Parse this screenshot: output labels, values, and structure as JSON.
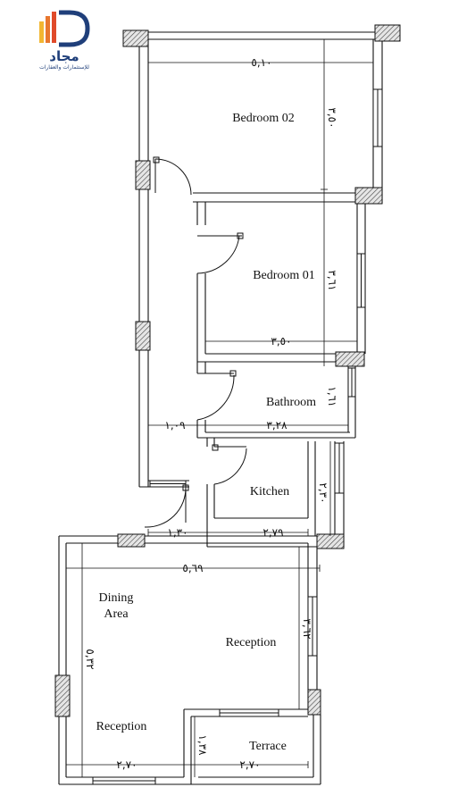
{
  "logo": {
    "name": "مجاد",
    "tagline": "للإستثمارات والعقارات",
    "colors": [
      "#f2b632",
      "#e8772e",
      "#e04a2a",
      "#1f3f7a"
    ]
  },
  "rooms": {
    "bedroom_02": "Bedroom 02",
    "bedroom_01": "Bedroom 01",
    "bathroom": "Bathroom",
    "kitchen": "Kitchen",
    "dining_line1": "Dining",
    "dining_line2": "Area",
    "reception_1": "Reception",
    "reception_2": "Reception",
    "terrace": "Terrace"
  },
  "dimensions": {
    "bedroom02_width": "٥,١٠",
    "bedroom02_depth": "٣,٥٠",
    "bedroom01_depth": "٣,٦١",
    "bedroom01_width": "٣,٥٠",
    "bathroom_depth": "١,٦١",
    "corridor_width": "١,٠٩",
    "bathroom_width": "٣,٢٨",
    "kitchen_depth": "٢,٣٠",
    "entry_width": "١,٣٠",
    "kitchen_width": "٢,٧٩",
    "reception_width": "٥,٦٩",
    "reception_depth": "٣,٦٢",
    "overall_depth": "٥,٣٢",
    "terrace_depth": "١,٣٨",
    "bottom_left_width": "٢,٧٠",
    "terrace_width": "٢,٧٠"
  },
  "colors": {
    "line": "#111111",
    "column_fill": "#dddddd",
    "window": "#333333"
  }
}
